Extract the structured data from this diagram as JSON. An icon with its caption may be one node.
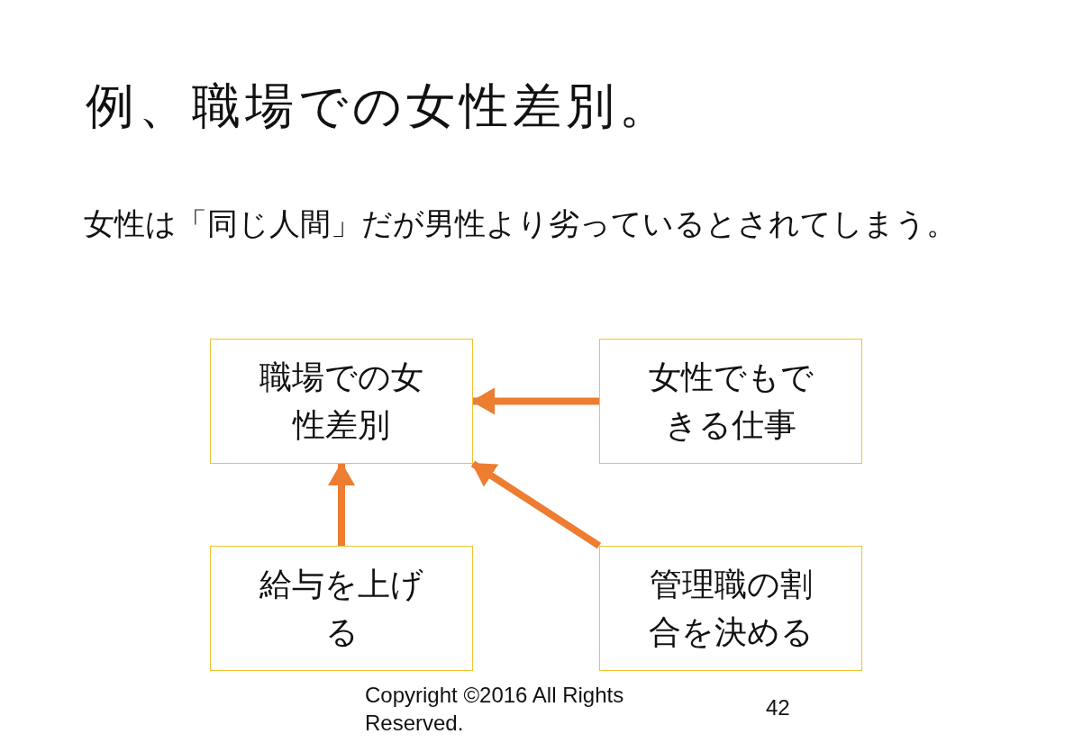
{
  "diagram": {
    "title": "例、職場での女性差別。",
    "nodes": [
      {
        "text": [
          "職場での女性差別"
        ]
      },
      {
        "text": [
          "女性でもできる仕事"
        ]
      },
      {
        "text": [
          "給与を上げる"
        ]
      },
      {
        "text": [
          "管理職の割合を決める"
        ]
      }
    ],
    "edges": [
      {
        "from": 1,
        "to": 0,
        "arrow": "to"
      },
      {
        "from": 2,
        "to": 0,
        "arrow": "to"
      },
      {
        "from": 3,
        "to": 0,
        "arrow": "to"
      }
    ],
    "labels": [
      "女性は「同じ人間」だが男性より劣っているとされてしまう。",
      "Copyright ©2016 All Rights Reserved.",
      "42"
    ]
  }
}
